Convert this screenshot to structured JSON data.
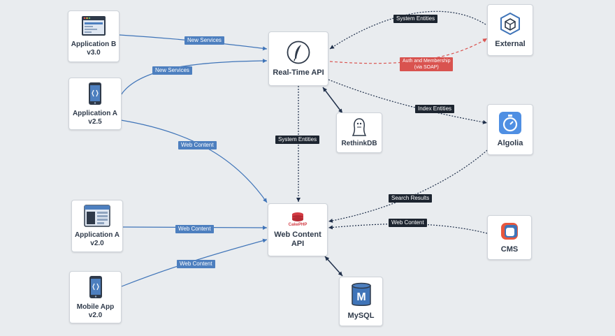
{
  "nodes": {
    "app_b": {
      "line1": "Application  B",
      "line2": "v3.0"
    },
    "app_a25": {
      "line1": "Application A",
      "line2": "v2.5"
    },
    "app_a20": {
      "line1": "Application A",
      "line2": "v2.0"
    },
    "mobile": {
      "line1": "Mobile App",
      "line2": "v2.0"
    },
    "realtime": {
      "line1": "Real-Time API"
    },
    "webcontent": {
      "line1": "Web Content",
      "line2": "API",
      "logo_text": "CakePHP"
    },
    "rethink": {
      "line1": "RethinkDB"
    },
    "external": {
      "line1": "External"
    },
    "algolia": {
      "line1": "Algolia"
    },
    "cms": {
      "line1": "CMS"
    },
    "mysql": {
      "line1": "MySQL",
      "logo_letter": "M"
    }
  },
  "edge_labels": {
    "new_services_1": "New Services",
    "new_services_2": "New Services",
    "web_content_a25": "Web Content",
    "web_content_a20": "Web Content",
    "web_content_mobile": "Web Content",
    "web_content_cms": "Web Content",
    "system_entities_ext": "System Entities",
    "system_entities_rt": "System Entities",
    "auth_line1": "Auth and Membership",
    "auth_line2": "(via SOAP)",
    "index_entities": "Index Entities",
    "search_results": "Search Results"
  },
  "colors": {
    "background": "#e9ecef",
    "edge_blue": "#3f74b8",
    "edge_dark": "#1f2f4a",
    "edge_red": "#d9534f",
    "tag_blue": "#4d7fbf",
    "tag_dark": "#1d2530",
    "tag_red": "#d9534f"
  }
}
